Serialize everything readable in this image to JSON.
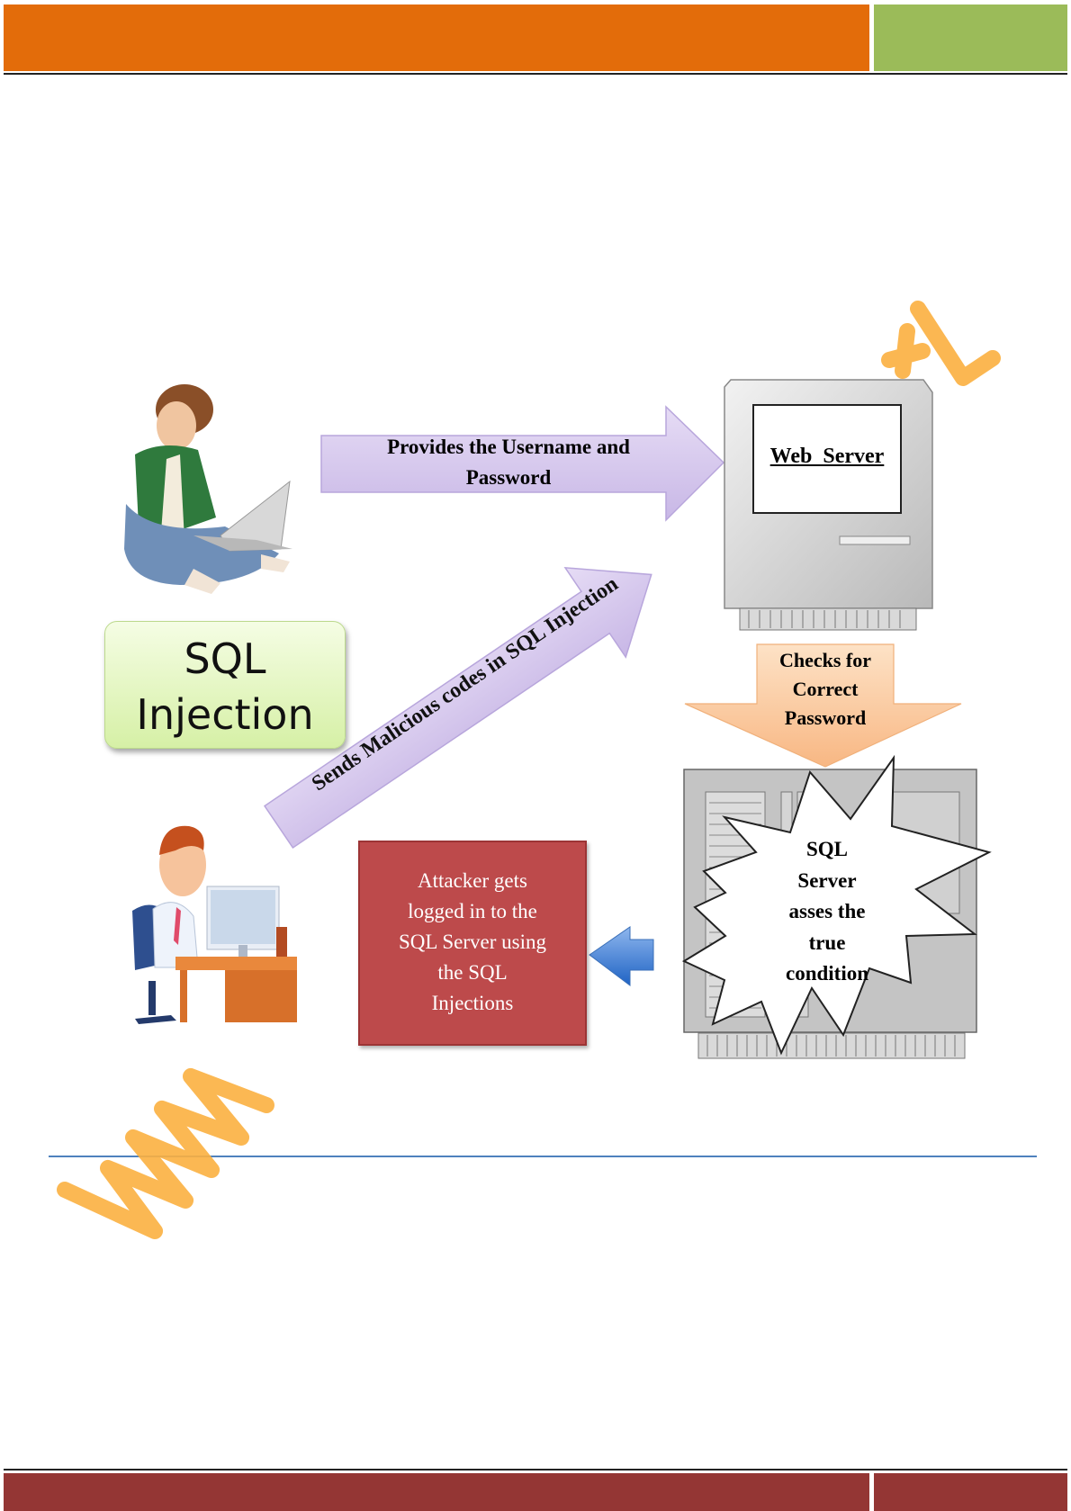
{
  "header": {
    "left_color": "#e36c0a",
    "right_color": "#9bbb59"
  },
  "footer": {
    "left_color": "#943634",
    "right_color": "#943634"
  },
  "diagram": {
    "badge": {
      "line1": "SQL",
      "line2": "Injection"
    },
    "arrow_provides": {
      "line1": "Provides the Username and",
      "line2": "Password"
    },
    "arrow_malicious": "Sends Malicious codes in SQL Injection",
    "web_server": "Web  Server",
    "arrow_checks": {
      "line1": "Checks for",
      "line2": "Correct",
      "line3": "Password"
    },
    "sql_server": {
      "line1": "SQL",
      "line2": "Server",
      "line3": "asses the",
      "line4": "true",
      "line5": "condition"
    },
    "attacker_box": {
      "line1": "Attacker gets",
      "line2": "logged in to the",
      "line3": "SQL Server using",
      "line4": "the SQL",
      "line5": "Injections"
    }
  },
  "watermark": {
    "color": "#fbb040"
  }
}
